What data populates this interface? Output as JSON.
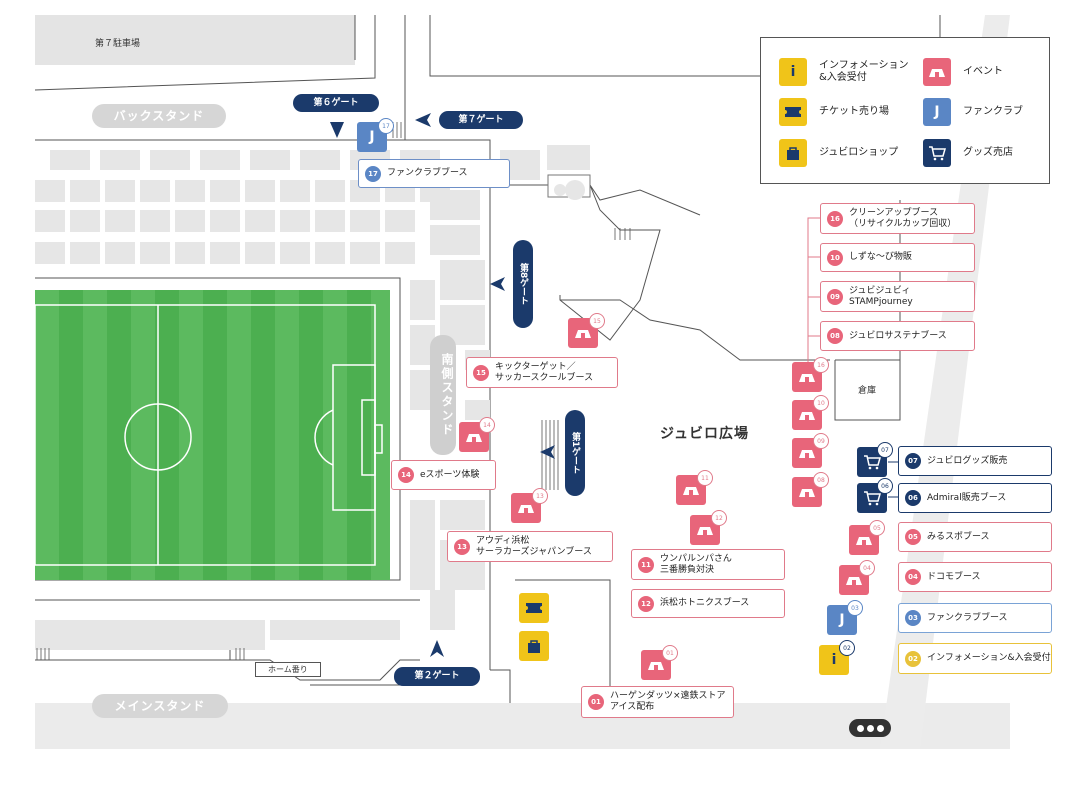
{
  "lot_label": "第７駐車場",
  "stands": {
    "back": "バックスタンド",
    "main": "メインスタンド",
    "south": "南側スタンド"
  },
  "gates": {
    "g6": "第６ゲート",
    "g7": "第７ゲート",
    "g8": "第8ゲート",
    "g1": "第1ゲート",
    "g2": "第２ゲート"
  },
  "plaza": "ジュビロ広場",
  "warehouse": "倉庫",
  "home_seats": "ホーム番り",
  "legend": {
    "info": "インフォメーション\n&入会受付",
    "event": "イベント",
    "ticket": "チケット売り場",
    "fanclub": "ファンクラブ",
    "shop": "ジュビロショップ",
    "goods": "グッズ売店"
  },
  "booths": {
    "b01": {
      "num": "01",
      "text": "ハーゲンダッツ×遠鉄ストア\nアイス配布"
    },
    "b02": {
      "num": "02",
      "text": "インフォメーション&入会受付"
    },
    "b03": {
      "num": "03",
      "text": "ファンクラブブース"
    },
    "b04": {
      "num": "04",
      "text": "ドコモブース"
    },
    "b05": {
      "num": "05",
      "text": "みるスポブース"
    },
    "b06": {
      "num": "06",
      "text": "Admiral販売ブース"
    },
    "b07": {
      "num": "07",
      "text": "ジュビログッズ販売"
    },
    "b08": {
      "num": "08",
      "text": "ジュビロサステナブース"
    },
    "b09": {
      "num": "09",
      "text": "ジュビジュビィ\nSTAMPjourney"
    },
    "b10": {
      "num": "10",
      "text": "しずな〜び物販"
    },
    "b11": {
      "num": "11",
      "text": "ウンパルンパさん\n三番勝負対決"
    },
    "b12": {
      "num": "12",
      "text": "浜松ホトニクスブース"
    },
    "b13": {
      "num": "13",
      "text": "アウディ浜松\nサーラカーズジャパンブース"
    },
    "b14": {
      "num": "14",
      "text": "eスポーツ体験"
    },
    "b15": {
      "num": "15",
      "text": "キックターゲット／\nサッカースクールブース"
    },
    "b16": {
      "num": "16",
      "text": "クリーンアップブース\n（リサイクルカップ回収）"
    },
    "b17": {
      "num": "17",
      "text": "ファンクラブブース"
    }
  },
  "colors": {
    "event": "#e8657a",
    "navy": "#1b3a6b",
    "fanclub_blue": "#5a86c5",
    "yellow": "#f0c419",
    "pitch_green": "#4caf50",
    "gray": "#d6d6d6"
  },
  "icons": {
    "event": "tent-icon",
    "goods": "cart-icon",
    "fanclub": "j-letter-icon",
    "info": "info-icon",
    "ticket": "ticket-icon",
    "shop": "bag-icon"
  }
}
